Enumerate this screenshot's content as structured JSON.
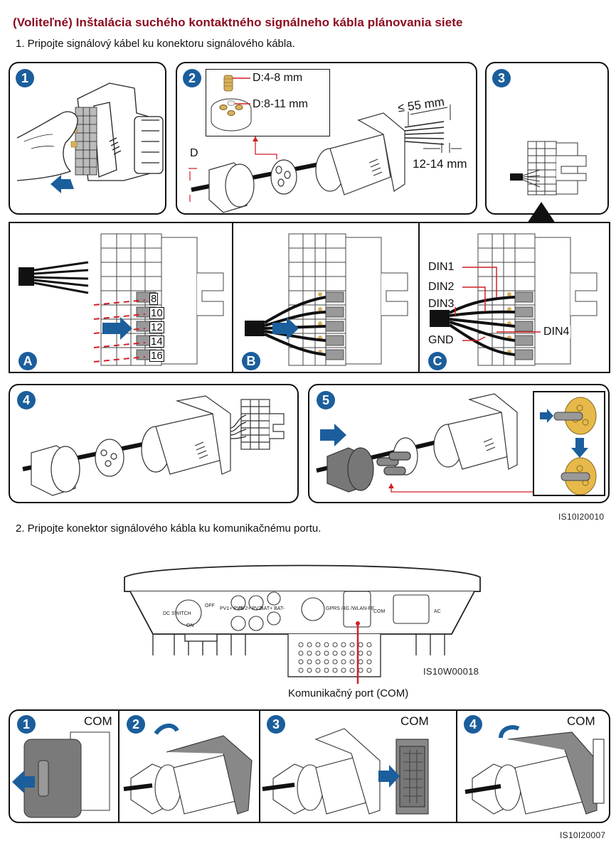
{
  "title": "(Voliteľné) Inštalácia suchého kontaktného signálneho kábla plánovania siete",
  "steps": [
    {
      "text": "1. Pripojte signálový kábel ku konektoru signálového kábla.",
      "figure_code": "IS10I20010",
      "panels": [
        {
          "badge": "1"
        },
        {
          "badge": "2",
          "inset_labels": [
            "D:4-8 mm",
            "D:8-11 mm"
          ],
          "dim_labels": {
            "diameter": "D",
            "strip_length": "≤ 55 mm",
            "wire_strip": "12-14 mm"
          }
        },
        {
          "badge": "3"
        },
        {
          "badge": "A",
          "pin_numbers": [
            "8",
            "10",
            "12",
            "14",
            "16"
          ]
        },
        {
          "badge": "B"
        },
        {
          "badge": "C",
          "wire_labels": [
            "DIN1",
            "DIN2",
            "DIN3",
            "GND",
            "DIN4"
          ]
        },
        {
          "badge": "4"
        },
        {
          "badge": "5"
        }
      ]
    },
    {
      "text": "2. Pripojte konektor signálového kábla ku komunikačnému portu.",
      "inverter": {
        "figure_code": "IS10W00018",
        "port_labels": [
          "DC SWITCH",
          "OFF",
          "ON",
          "PV1+ PV1-",
          "PV2+ PV2-",
          "BAT+ BAT-",
          "GPRS /4G /WLAN-FE",
          "COM",
          "AC"
        ],
        "callout": "Komunikačný port (COM)"
      },
      "figure_code": "IS10I20007",
      "panels": [
        {
          "badge": "1",
          "label": "COM"
        },
        {
          "badge": "2",
          "label": ""
        },
        {
          "badge": "3",
          "label": "COM"
        },
        {
          "badge": "4",
          "label": "COM"
        }
      ]
    }
  ],
  "colors": {
    "title": "#8b0a1f",
    "badge": "#1b5e9c",
    "arrow": "#1b5e9c",
    "callout": "#d21f26",
    "brass": "#d8b15e"
  }
}
